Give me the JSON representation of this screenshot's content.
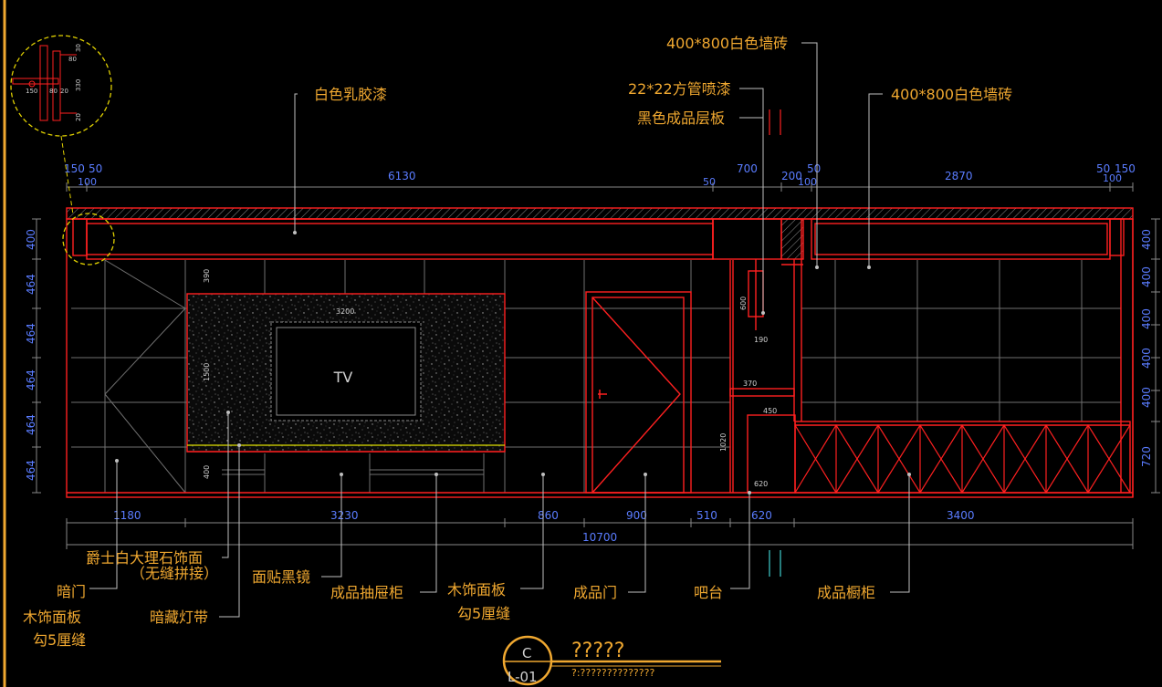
{
  "labels": {
    "tile_top": "400*800白色墙砖",
    "tile_right": "400*800白色墙砖",
    "latex_paint": "白色乳胶漆",
    "square_tube": "22*22方管喷漆",
    "black_shelf": "黑色成品层板",
    "marble": "爵士白大理石饰面",
    "marble_note": "（无缝拼接）",
    "mirror": "面贴黑镜",
    "drawer_cabinet": "成品抽屉柜",
    "wood_panel": "木饰面板",
    "groove": "勾5厘缝",
    "finished_door": "成品门",
    "bar": "吧台",
    "cabinet": "成品橱柜",
    "hidden_door": "暗门",
    "wood_panel_left": "木饰面板",
    "groove_left": "勾5厘缝",
    "led_strip": "暗藏灯带",
    "tv": "TV"
  },
  "top_dims": {
    "d150": "150",
    "d50a": "50",
    "d100a": "100",
    "d6130": "6130",
    "d50b": "50",
    "d700": "700",
    "d200": "200",
    "d50c": "50",
    "d100b": "100",
    "d2870": "2870",
    "d50d": "50",
    "d150b": "150",
    "d100c": "100"
  },
  "bottom_dims": {
    "d1180": "1180",
    "d3230": "3230",
    "d860": "860",
    "d900": "900",
    "d510": "510",
    "d620": "620",
    "d3400": "3400",
    "total": "10700"
  },
  "left_dims": [
    "400",
    "464",
    "464",
    "464",
    "464",
    "464"
  ],
  "right_dims": [
    "400",
    "400",
    "400",
    "400",
    "400",
    "720"
  ],
  "inner_dims": {
    "w3200": "3200",
    "h390": "390",
    "h1500": "1500",
    "h400": "400",
    "h600": "600",
    "w190": "190",
    "w370": "370",
    "w450": "450",
    "h1020": "1020",
    "w620": "620",
    "d80": "80",
    "d150": "150",
    "d20": "20",
    "d330": "330",
    "d20b": "20",
    "d80b": "80",
    "d30": "30",
    "d20c": "20"
  },
  "title": {
    "letter": "C",
    "sheet": "L-01",
    "name": "?????",
    "scale": "?:??????????????"
  },
  "colors": {
    "background": "#000000",
    "structure": "#ff2020",
    "grid": "#8a8a8a",
    "dimension": "#5a7cff",
    "label": "#f0a830",
    "leader": "#bfbfbf",
    "border": "#f0a830"
  }
}
